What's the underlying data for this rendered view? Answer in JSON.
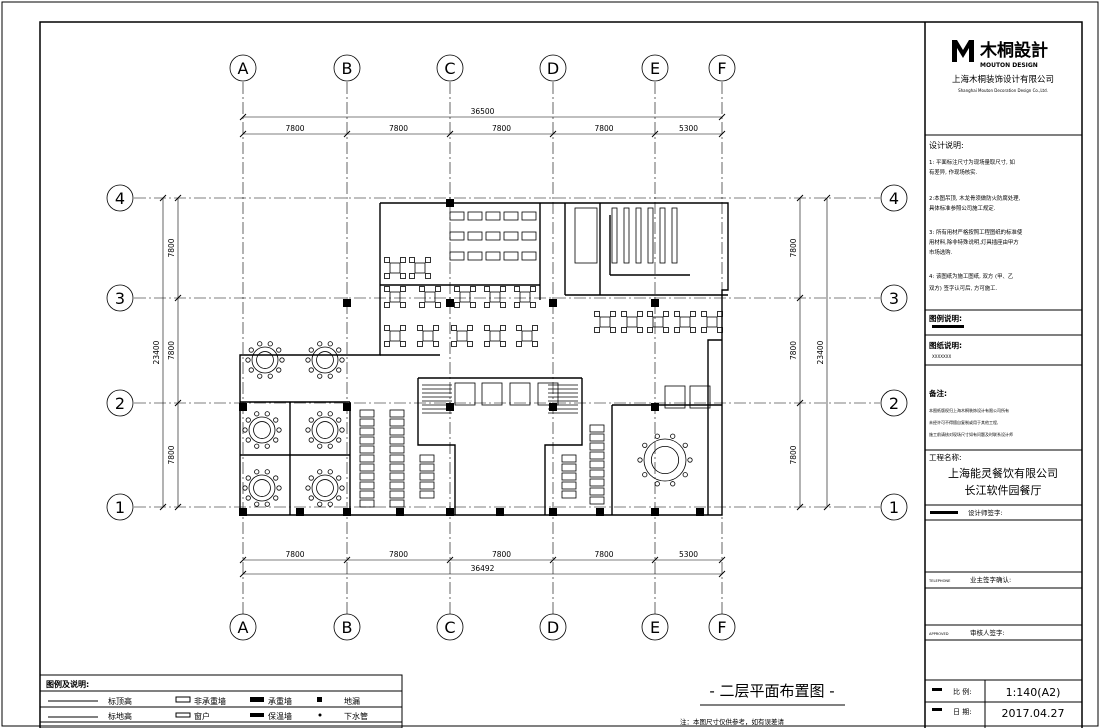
{
  "grid": {
    "columns": [
      "A",
      "B",
      "C",
      "D",
      "E",
      "F"
    ],
    "rows": [
      "4",
      "3",
      "2",
      "1"
    ],
    "top_spans": [
      "7800",
      "7800",
      "7800",
      "7800",
      "5300"
    ],
    "top_total": "36500",
    "bottom_spans": [
      "7800",
      "7800",
      "7800",
      "7800",
      "5300"
    ],
    "bottom_total": "36492",
    "left_spans": [
      "7800",
      "7800",
      "7800"
    ],
    "left_total": "23400",
    "right_spans": [
      "7800",
      "7800",
      "7800"
    ],
    "right_total": "23400"
  },
  "title_block": {
    "company_logo": "木桐設計",
    "company_logo_en": "MOUTON DESIGN",
    "company_name": "上海木桐装饰设计有限公司",
    "company_name_en": "Shanghai Mouton Decoration Design Co.,Ltd.",
    "design_notes_title": "设计说明:",
    "design_notes": [
      "1: 平面标注尺寸为现场量取尺寸, 如",
      "有差异, 作现场核实.",
      "2:本图吊顶, 木龙骨须做防火防腐处理,",
      "具体标准参照公司施工规定.",
      "3: 所有用材严格按照工程图纸的标准使",
      "用材料,除非特殊说明,灯具插座由甲方",
      "市场选购.",
      "4: 该图纸为施工图纸, 双方 (甲、乙",
      "双方) 签字认可后, 方可施工."
    ],
    "legend_title": "图例说明:",
    "drawing_note_title": "图纸说明:",
    "drawing_note_value": "XXXXXXX",
    "remarks_title": "备注:",
    "remarks_lines": [
      "本图纸版权归上海木桐装饰设计有限公司所有",
      "未经许可不得擅自复制或用于其他工程,",
      "施工前请核对现场尺寸如有问题及时联系设计师"
    ],
    "project_title": "工程名称:",
    "project_name_1": "上海能灵餐饮有限公司",
    "project_name_2": "长江软件园餐厅",
    "designer_sign": "设计师签字:",
    "owner_sign": "业主签字确认:",
    "owner_sign_tag": "TELEPHONE",
    "reviewer_sign": "审核人签字:",
    "reviewer_sign_tag": "APPROVED",
    "scale_label": "比 例:",
    "scale_value": "1:140(A2)",
    "date_label": "日 期:",
    "date_value": "2017.04.27"
  },
  "drawing_title": "- 二层平面布置图 -",
  "drawing_footnote": "注：本图尺寸仅供参考，如有误差请",
  "legend": {
    "title": "图例及说明:",
    "rows": [
      [
        "标顶高",
        "非承重墙",
        "承重墙",
        "地漏"
      ],
      [
        "标地高",
        "窗户",
        "保温墙",
        "下水管"
      ]
    ]
  },
  "colors": {
    "line": "#000000",
    "fill": "#000000",
    "background": "#ffffff"
  }
}
